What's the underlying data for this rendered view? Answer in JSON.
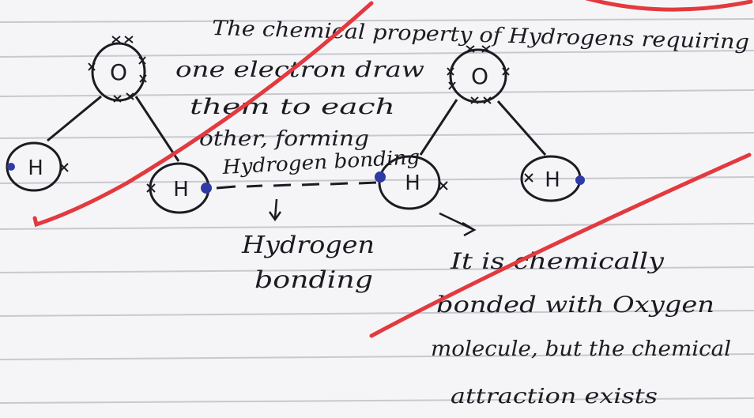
{
  "notes": {
    "line1": "The chemical property of Hydrogens requiring",
    "line2": "one electron draw",
    "line3": "them to each",
    "line4": "other, forming",
    "line5": "Hydrogen bonding",
    "arrow_label_line1": "Hydrogen",
    "arrow_label_line2": "bonding",
    "right_line1": "It is chemically",
    "right_line2": "bonded with Oxygen",
    "right_line3": "molecule, but the chemical",
    "right_line4": "attraction exists"
  },
  "atoms": {
    "oxygen_symbol": "O",
    "hydrogen_symbol": "H"
  },
  "colors": {
    "ink": "#1b1b22",
    "paper_line": "#c8c8cf",
    "red_pen": "#e23a3f",
    "electron_dot": "#2f3aa6"
  }
}
